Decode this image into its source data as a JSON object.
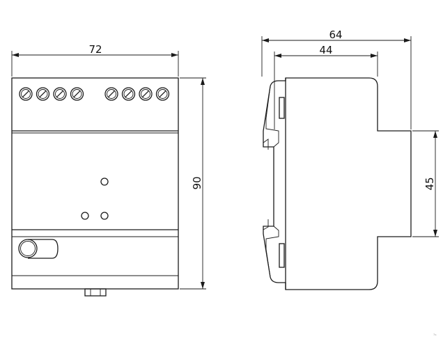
{
  "dimensions": {
    "front_width": "72",
    "front_height": "90",
    "side_depth": "64",
    "side_inner_depth": "44",
    "side_rail_height": "45"
  },
  "terminals": {
    "left_group_count": 4,
    "right_group_count": 4
  },
  "watermark": "⁷ˢ"
}
